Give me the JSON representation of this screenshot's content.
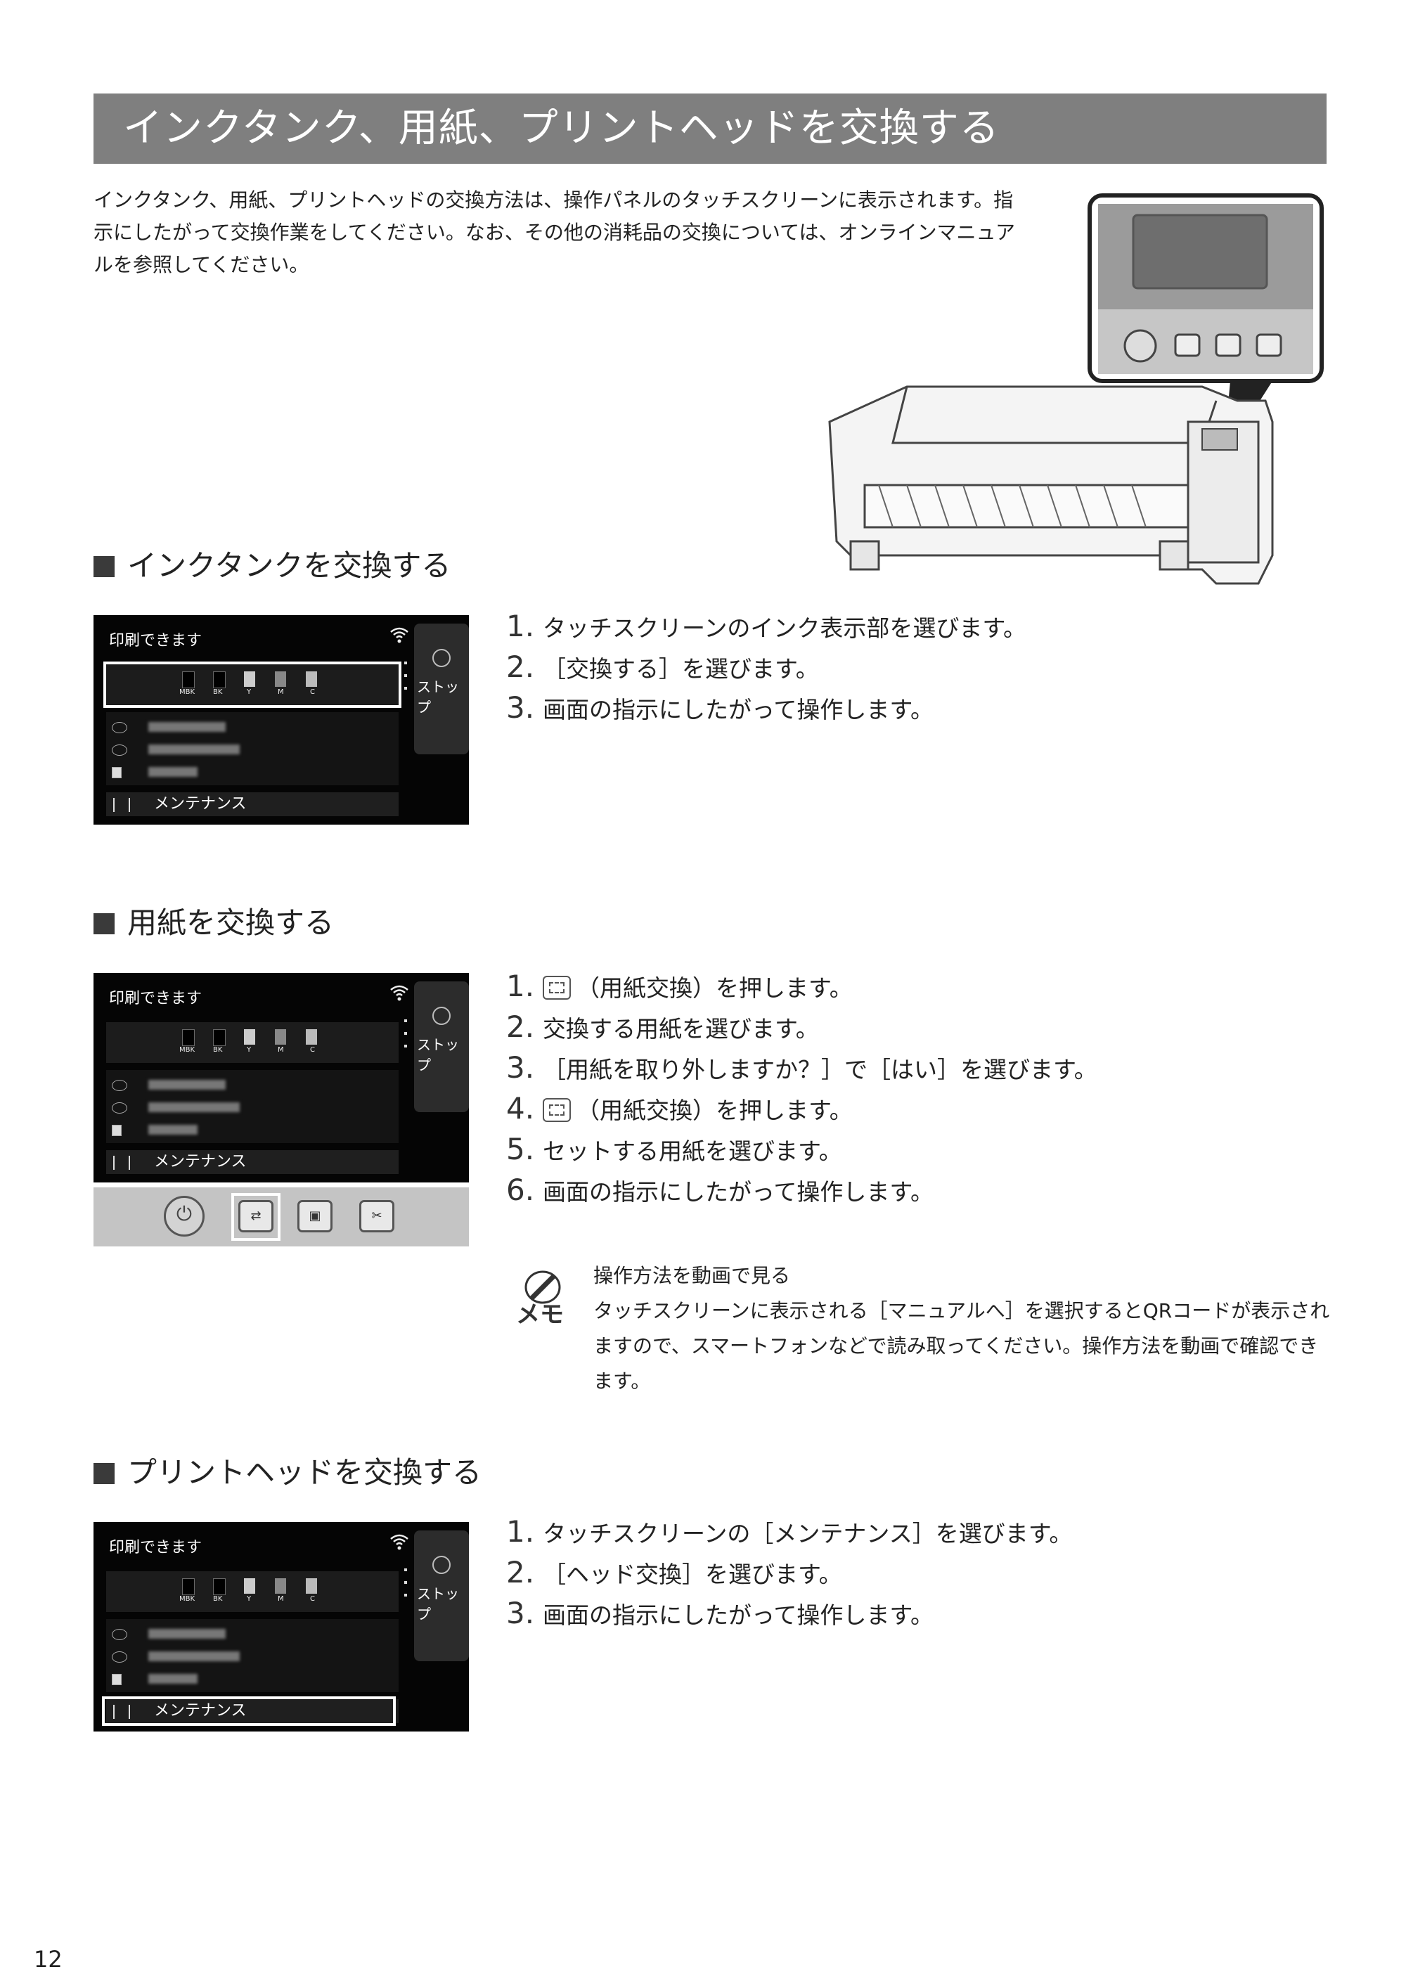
{
  "title": "インクタンク、用紙、プリントヘッドを交換する",
  "intro": "インクタンク、用紙、プリントヘッドの交換方法は、操作パネルのタッチスクリーンに表示されます。指示にしたがって交換作業をしてください。なお、その他の消耗品の交換については、オンラインマニュアルを参照してください。",
  "screen": {
    "status": "印刷できます",
    "stop": "ストップ",
    "maintenance": "メンテナンス",
    "inks": [
      "MBK",
      "BK",
      "Y",
      "M",
      "C"
    ]
  },
  "sections": {
    "ink": {
      "heading": "インクタンクを交換する",
      "steps": [
        {
          "n": "1.",
          "text": "タッチスクリーンのインク表示部を選びます。"
        },
        {
          "n": "2.",
          "text": "［交換する］を選びます。"
        },
        {
          "n": "3.",
          "text": "画面の指示にしたがって操作します。"
        }
      ]
    },
    "paper": {
      "heading": "用紙を交換する",
      "steps": [
        {
          "n": "1.",
          "text": "（用紙交換）を押します。"
        },
        {
          "n": "2.",
          "text": "交換する用紙を選びます。"
        },
        {
          "n": "3.",
          "text": "［用紙を取り外しますか？］で［はい］を選びます。"
        },
        {
          "n": "4.",
          "text": "（用紙交換）を押します。"
        },
        {
          "n": "5.",
          "text": "セットする用紙を選びます。"
        },
        {
          "n": "6.",
          "text": "画面の指示にしたがって操作します。"
        }
      ]
    },
    "head": {
      "heading": "プリントヘッドを交換する",
      "steps": [
        {
          "n": "1.",
          "text": "タッチスクリーンの［メンテナンス］を選びます。"
        },
        {
          "n": "2.",
          "text": "［ヘッド交換］を選びます。"
        },
        {
          "n": "3.",
          "text": "画面の指示にしたがって操作します。"
        }
      ]
    }
  },
  "memo": {
    "label": "メモ",
    "heading": "操作方法を動画で見る",
    "body": "タッチスクリーンに表示される［マニュアルへ］を選択するとQRコードが表示されますので、スマートフォンなどで読み取ってください。操作方法を動画で確認できます。"
  },
  "page_number": "12"
}
